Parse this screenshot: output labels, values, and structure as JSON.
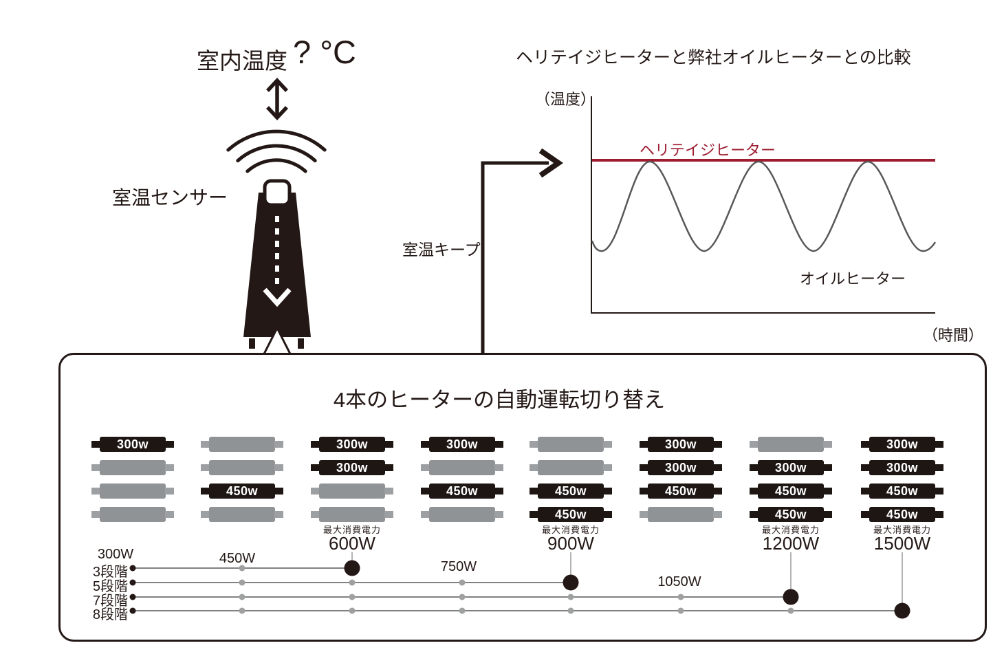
{
  "colors": {
    "ink": "#231815",
    "red": "#9d1c30",
    "wave_gray": "#595757",
    "bar_gray": "#909396",
    "dot_gray": "#9fa0a0"
  },
  "sensor": {
    "room_temp_label": "室内温度",
    "room_temp_value": "? °C",
    "label": "室温センサー"
  },
  "comparison_chart": {
    "title": "ヘリテイジヒーターと弊社オイルヒーターとの比較",
    "y_axis": "（温度）",
    "x_axis": "（時間）",
    "keep_label": "室温キープ",
    "series": [
      {
        "name": "ヘリテイジヒーター",
        "color": "#9d1c30",
        "pattern": "constant-at-set-temperature"
      },
      {
        "name": "オイルヒーター",
        "color": "#595757",
        "pattern": "oscillating",
        "cycles": 3
      }
    ]
  },
  "heater_box": {
    "title": "4本のヒーターの自動運転切り替え",
    "max_power_caption": "最大消費電力",
    "columns": [
      {
        "watts": "300W",
        "bars": [
          "300w",
          null,
          null,
          null
        ],
        "max": null
      },
      {
        "watts": "450W",
        "bars": [
          null,
          null,
          "450w",
          null
        ],
        "max": null
      },
      {
        "watts": "600W",
        "bars": [
          "300w",
          "300w",
          null,
          null
        ],
        "max": "600W"
      },
      {
        "watts": "750W",
        "bars": [
          "300w",
          null,
          "450w",
          null
        ],
        "max": null
      },
      {
        "watts": "900W",
        "bars": [
          null,
          null,
          "450w",
          "450w"
        ],
        "max": "900W"
      },
      {
        "watts": "1050W",
        "bars": [
          "300w",
          "300w",
          "450w",
          null
        ],
        "max": null
      },
      {
        "watts": "1200W",
        "bars": [
          null,
          "300w",
          "450w",
          "450w"
        ],
        "max": "1200W"
      },
      {
        "watts": "1500W",
        "bars": [
          "300w",
          "300w",
          "450w",
          "450w"
        ],
        "max": "1500W"
      }
    ],
    "watt_ticks": [
      "300W",
      "450W",
      "750W",
      "1050W"
    ],
    "steps": [
      {
        "label": "3段階",
        "stops": 3
      },
      {
        "label": "5段階",
        "stops": 5
      },
      {
        "label": "7段階",
        "stops": 7
      },
      {
        "label": "8段階",
        "stops": 8
      }
    ]
  }
}
